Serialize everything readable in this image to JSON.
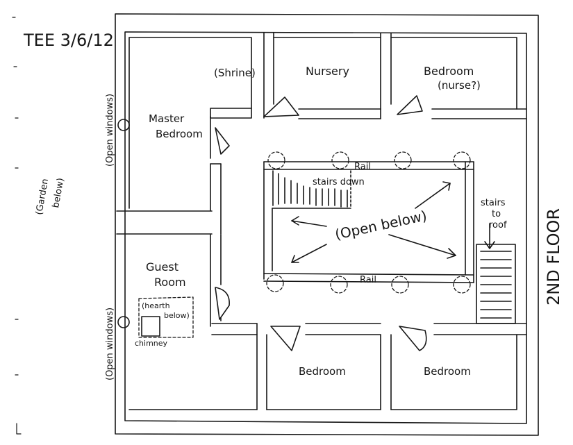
{
  "header": {
    "author_date": "TEE 3/6/12",
    "floor_label": "2ND FLOOR"
  },
  "rooms": {
    "shrine": "(Shrine)",
    "nursery": "Nursery",
    "bedroom_nurse_line1": "Bedroom",
    "bedroom_nurse_line2": "(nurse?)",
    "master_line1": "Master",
    "master_line2": "Bedroom",
    "guest_line1": "Guest",
    "guest_line2": "Room",
    "bedroom_bottom_center": "Bedroom",
    "bedroom_bottom_right": "Bedroom"
  },
  "notes": {
    "open_windows_top": "(Open windows)",
    "open_windows_bottom": "(Open windows)",
    "garden_line1": "(Garden",
    "garden_line2": "below)",
    "hearth_line1": "(hearth",
    "hearth_line2": "below)",
    "chimney": "chimney",
    "rail_top": "Rail",
    "rail_bottom": "Rail",
    "stairs_down": "stairs down",
    "open_below": "(Open below)",
    "stairs_roof_line1": "stairs",
    "stairs_roof_line2": "to",
    "stairs_roof_line3": "roof"
  },
  "colors": {
    "ink": "#161616",
    "paper": "#ffffff"
  }
}
